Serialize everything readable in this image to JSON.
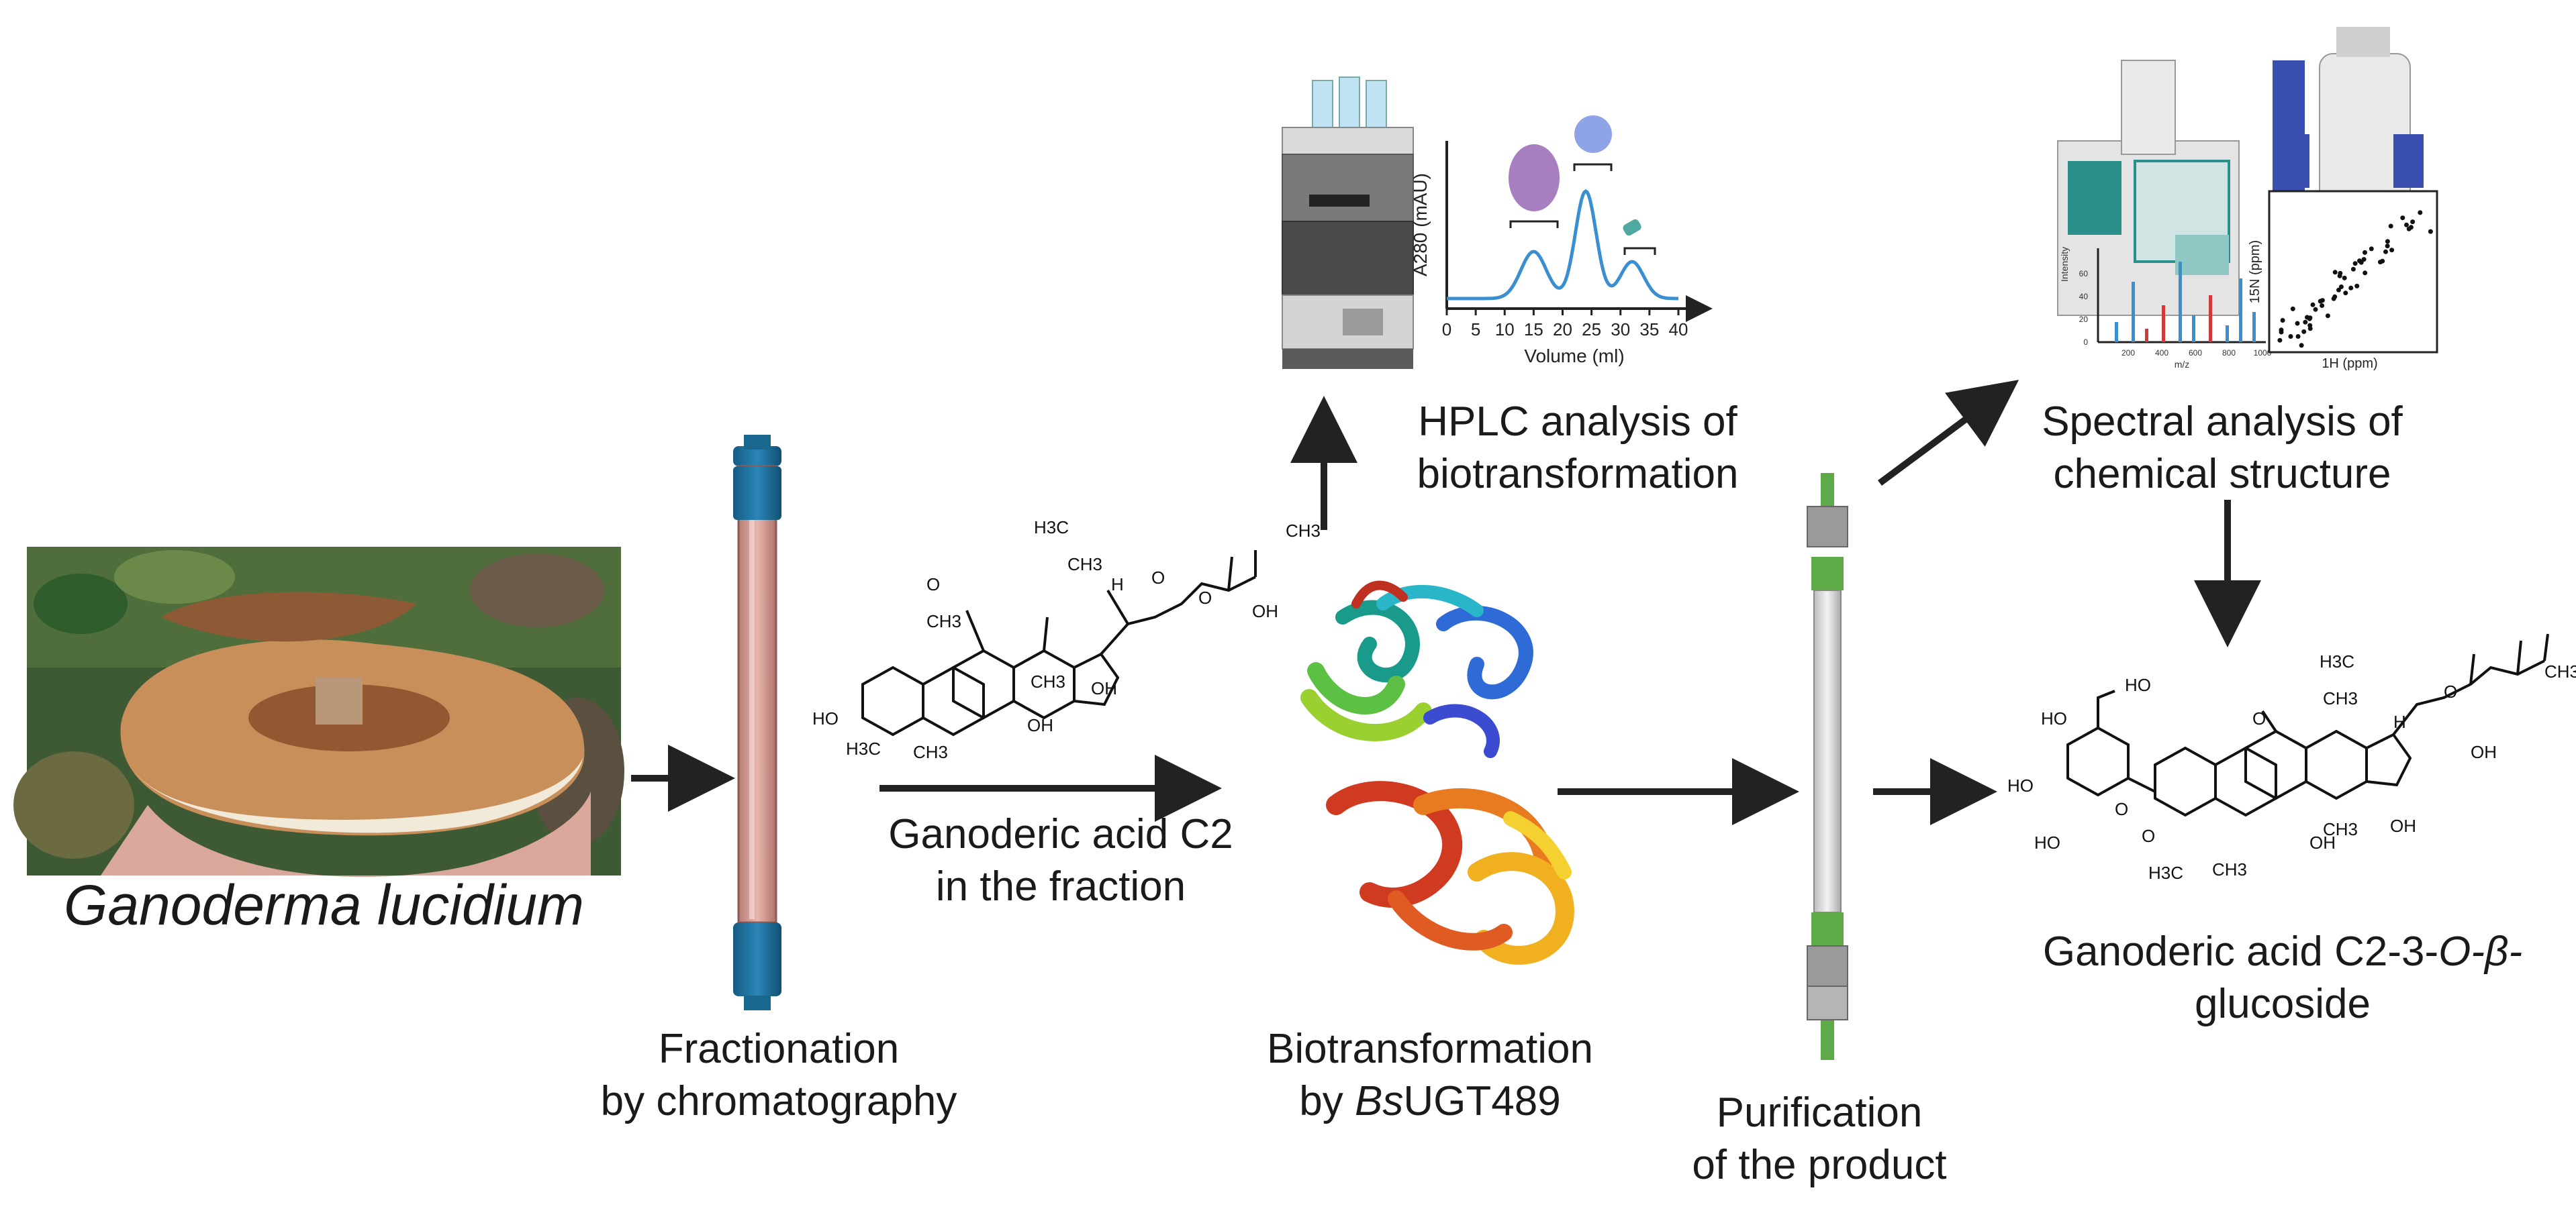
{
  "organism": {
    "name": "Ganoderma lucidium"
  },
  "steps": {
    "fractionation": {
      "line1": "Fractionation",
      "line2": "by chromatography"
    },
    "compound": {
      "line1": "Ganoderic acid C2",
      "line2": "in the fraction"
    },
    "hplc": {
      "line1": "HPLC analysis of",
      "line2": "biotransformation"
    },
    "biotransformation": {
      "line1": "Biotransformation",
      "line2_prefix": "by ",
      "line2_italic": "Bs",
      "line2_suffix": "UGT489"
    },
    "purification": {
      "line1": "Purification",
      "line2": "of the product"
    },
    "spectral": {
      "line1": "Spectral analysis of",
      "line2": "chemical structure"
    },
    "product": {
      "line1_prefix": "Ganoderic acid C2-3-",
      "line1_italic": "O-β-",
      "line2": "glucoside"
    }
  },
  "hplc_chart": {
    "ylabel": "A280 (mAU)",
    "xlabel": "Volume (ml)",
    "xticks": [
      "0",
      "5",
      "10",
      "15",
      "20",
      "25",
      "30",
      "35",
      "40"
    ]
  },
  "nmr_chart": {
    "xlabel": "1H (ppm)",
    "ylabel": "15N (ppm)"
  },
  "ms_chart": {
    "xlabel": "m/z",
    "ylabel": "Intensity",
    "xticks": [
      "200",
      "400",
      "600",
      "800",
      "1000"
    ],
    "yticks": [
      "0",
      "20",
      "40",
      "60"
    ]
  },
  "chem_labels": {
    "ch3": "CH3",
    "h3c": "H3C",
    "h": "H",
    "oh": "OH",
    "ho": "HO",
    "o": "O"
  },
  "colors": {
    "column_blue": "#1f6f9c",
    "column_tube": "#d4a19a",
    "arrow": "#222222",
    "hplc_line": "#3a8fd0"
  }
}
